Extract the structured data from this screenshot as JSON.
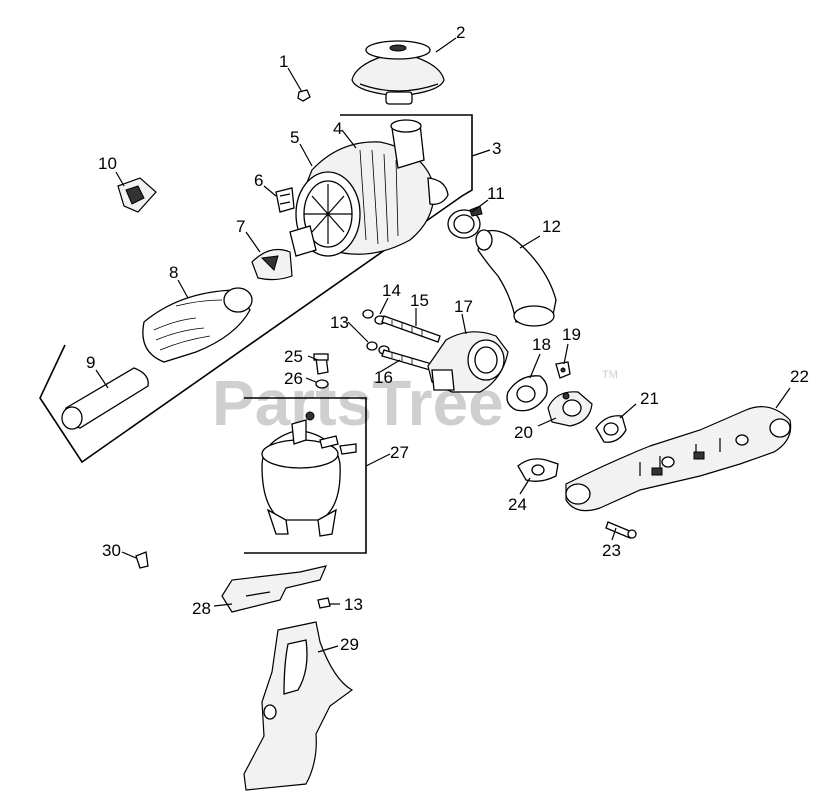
{
  "watermark": {
    "text": "PartsTree",
    "tm": "TM"
  },
  "callouts": [
    {
      "id": "c1",
      "label": "1"
    },
    {
      "id": "c2",
      "label": "2"
    },
    {
      "id": "c3",
      "label": "3"
    },
    {
      "id": "c4",
      "label": "4"
    },
    {
      "id": "c5",
      "label": "5"
    },
    {
      "id": "c6",
      "label": "6"
    },
    {
      "id": "c7",
      "label": "7"
    },
    {
      "id": "c8",
      "label": "8"
    },
    {
      "id": "c9",
      "label": "9"
    },
    {
      "id": "c10",
      "label": "10"
    },
    {
      "id": "c11",
      "label": "11"
    },
    {
      "id": "c12",
      "label": "12"
    },
    {
      "id": "c13a",
      "label": "13"
    },
    {
      "id": "c13b",
      "label": "13"
    },
    {
      "id": "c14",
      "label": "14"
    },
    {
      "id": "c15",
      "label": "15"
    },
    {
      "id": "c16",
      "label": "16"
    },
    {
      "id": "c17",
      "label": "17"
    },
    {
      "id": "c18",
      "label": "18"
    },
    {
      "id": "c19",
      "label": "19"
    },
    {
      "id": "c20",
      "label": "20"
    },
    {
      "id": "c21",
      "label": "21"
    },
    {
      "id": "c22",
      "label": "22"
    },
    {
      "id": "c23",
      "label": "23"
    },
    {
      "id": "c24",
      "label": "24"
    },
    {
      "id": "c25",
      "label": "25"
    },
    {
      "id": "c26",
      "label": "26"
    },
    {
      "id": "c27",
      "label": "27"
    },
    {
      "id": "c28",
      "label": "28"
    },
    {
      "id": "c29",
      "label": "29"
    },
    {
      "id": "c30",
      "label": "30"
    }
  ]
}
